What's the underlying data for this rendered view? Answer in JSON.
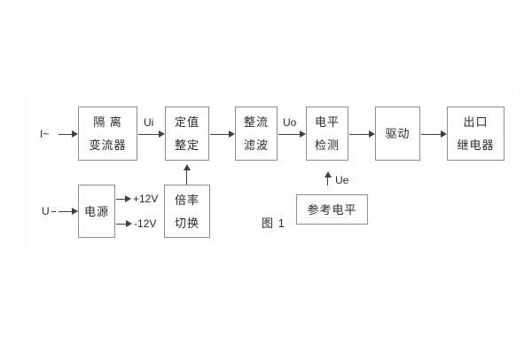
{
  "figure": {
    "caption": "图 1",
    "colors": {
      "background": "#fdfdfd",
      "panel": "#ffffff",
      "box_border": "#8d8d8d",
      "line": "#404040",
      "text": "#2a2a2a"
    },
    "blocks": {
      "isolation_transformer": {
        "line1": "隔 离",
        "line2": "变流器"
      },
      "setting_adjust": {
        "line1": "定值",
        "line2": "整定"
      },
      "rectifier_filter": {
        "line1": "整流",
        "line2": "滤波"
      },
      "level_detector": {
        "line1": "电平",
        "line2": "检测"
      },
      "driver": {
        "line1": "驱动"
      },
      "output_relay": {
        "line1": "出口",
        "line2": "继电器"
      },
      "power_supply": {
        "line1": "电源"
      },
      "ratio_switch": {
        "line1": "倍率",
        "line2": "切换"
      },
      "reference_level": {
        "line1": "参考电平"
      }
    },
    "labels": {
      "input_current": "I~",
      "input_voltage": "U",
      "ui": "Ui",
      "uo": "Uo",
      "ue": "Ue",
      "plus_12v": "+12V",
      "minus_12v": "-12V"
    }
  }
}
